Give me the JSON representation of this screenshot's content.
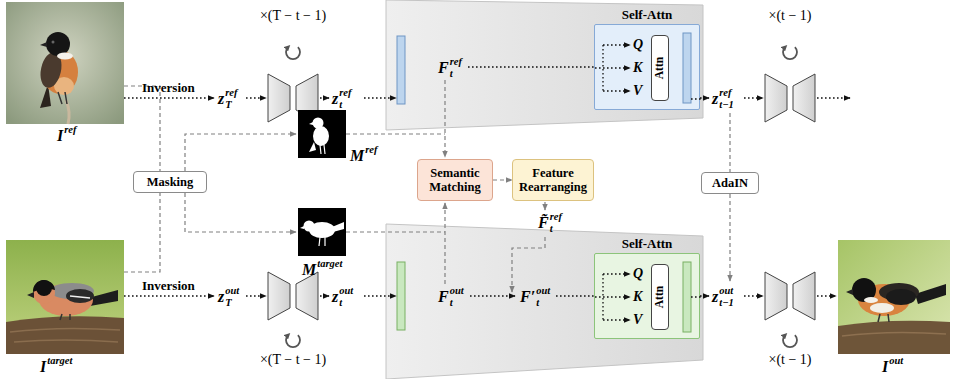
{
  "diagram": {
    "nodes": [
      {
        "text": [
          "Self-Attn",
          "Q",
          "K",
          "V"
        ]
      },
      {
        "text": [
          "Attn"
        ],
        "in": 0
      },
      {
        "text": [
          "Masking"
        ]
      },
      {
        "text": [
          "Semantic Matching"
        ]
      },
      {
        "text": [
          "Feature Rearranging"
        ]
      },
      {
        "text": [
          "AdaIN"
        ]
      },
      {
        "text": [
          "Self-Attn",
          "Q",
          "K",
          "V"
        ]
      },
      {
        "text": [
          "Attn"
        ],
        "in": 6
      }
    ],
    "edges": [
      {
        "from": 3,
        "to": 4,
        "arrow": "to"
      }
    ],
    "labels": [
      "I",
      "ref",
      "Inversion",
      "z",
      "ref",
      "T",
      "×(T − t − 1)",
      "z",
      "ref",
      "t",
      "F",
      "ref",
      "t",
      "z",
      "ref",
      "t−1",
      "×(t − 1)",
      "M",
      "ref",
      "M",
      "target",
      "F̃",
      "ref",
      "t",
      "Inversion",
      "z",
      "out",
      "T",
      "z",
      "out",
      "t",
      "F",
      "out",
      "t",
      "F′",
      "out",
      "t",
      "z",
      "out",
      "t−1",
      "×(T − t − 1)",
      "×(t − 1)",
      "I",
      "target",
      "I",
      "out"
    ]
  }
}
